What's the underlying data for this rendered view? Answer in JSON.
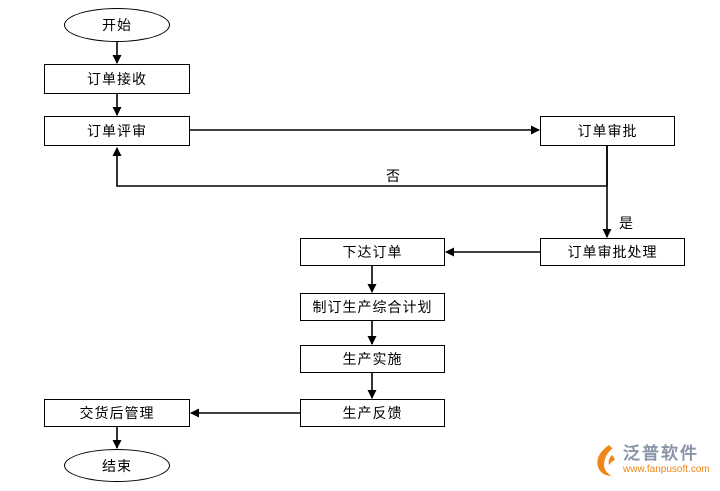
{
  "diagram": {
    "nodes": {
      "start": "开始",
      "order_receive": "订单接收",
      "order_review": "订单评审",
      "order_approval": "订单审批",
      "approval_process": "订单审批处理",
      "issue_order": "下达订单",
      "production_plan": "制订生产综合计划",
      "production_impl": "生产实施",
      "production_feedback": "生产反馈",
      "post_delivery": "交货后管理",
      "end": "结束"
    },
    "edge_labels": {
      "no": "否",
      "yes": "是"
    },
    "line_color": "#000000",
    "node_fill": "#ffffff"
  },
  "watermark": {
    "brand": "泛普软件",
    "url": "www.fanpusoft.com",
    "brand_color": "#8a93a8",
    "url_color": "#f08519",
    "logo_color": "#f08519"
  }
}
